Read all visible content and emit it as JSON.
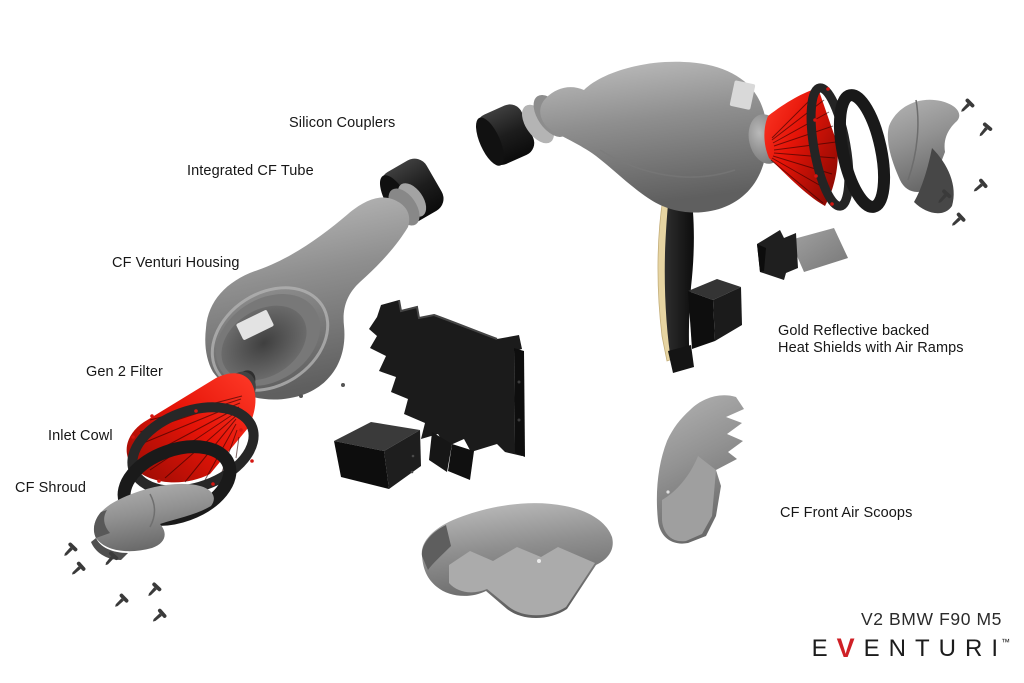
{
  "labels": {
    "silicon_couplers": "Silicon Couplers",
    "integrated_cf_tube": "Integrated CF Tube",
    "cf_venturi_housing": "CF Venturi Housing",
    "gen_2_filter": "Gen 2 Filter",
    "inlet_cowl": "Inlet Cowl",
    "cf_shroud": "CF Shroud",
    "heat_shields_line1": "Gold Reflective backed",
    "heat_shields_line2": "Heat Shields with Air Ramps",
    "cf_front_air_scoops": "CF Front Air Scoops"
  },
  "footer": {
    "model": "V2 BMW F90 M5",
    "brand": {
      "e1": "E",
      "v": "V",
      "rest": "ENTURI",
      "tm": "™"
    }
  },
  "colors": {
    "filter_red": "#e51408",
    "gold_reflective": "#e6d4a2",
    "part_gray": "#8f8f8f",
    "part_black": "#1c1c1c",
    "brand_red": "#cf2026",
    "text": "#161616",
    "background": "#ffffff"
  }
}
